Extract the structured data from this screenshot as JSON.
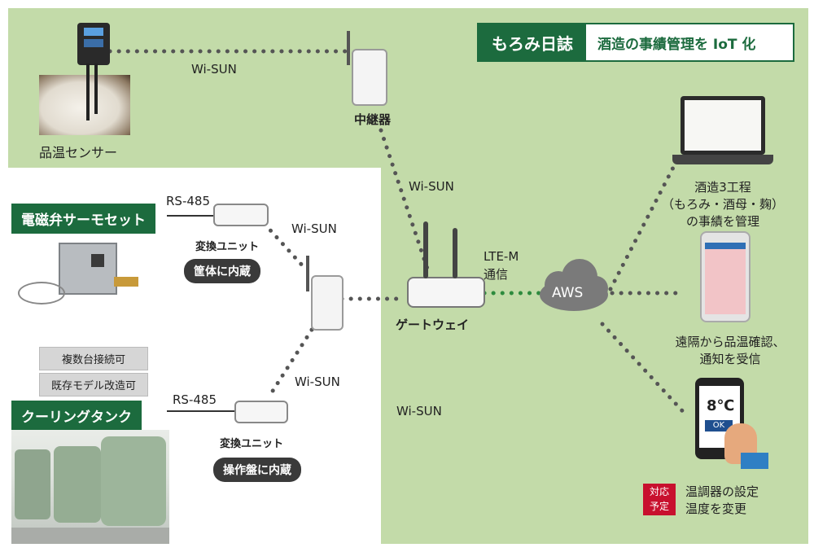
{
  "brand": {
    "name": "もろみ日誌",
    "tagline": "酒造の事績管理を IoT 化"
  },
  "sensor": {
    "label": "品温センサー"
  },
  "repeater": {
    "label": "中継器"
  },
  "links": {
    "wisun_top": "Wi-SUN",
    "wisun_right": "Wi-SUN",
    "wisun_mid": "Wi-SUN",
    "wisun_lower": "Wi-SUN",
    "wisun_bottom": "Wi-SUN",
    "rs485_1": "RS-485",
    "rs485_2": "RS-485",
    "lte": "LTE-M\n通信"
  },
  "solenoid": {
    "title": "電磁弁サーモセット",
    "tag1": "複数台接続可",
    "tag2": "既存モデル改造可"
  },
  "converter1": {
    "label": "変換ユニット",
    "pill": "筐体に内蔵"
  },
  "converter2": {
    "label": "変換ユニット",
    "pill": "操作盤に内蔵"
  },
  "tank": {
    "title": "クーリングタンク"
  },
  "gateway": {
    "label": "ゲートウェイ"
  },
  "cloud": {
    "label": "AWS"
  },
  "laptop": {
    "caption": "酒造3工程\n（もろみ・酒母・麹）\nの事績を管理"
  },
  "tablet": {
    "caption": "遠隔から品温確認、\n通知を受信"
  },
  "phone": {
    "temp": "8℃",
    "ok": "OK",
    "caption": "温調器の設定\n温度を変更",
    "badge": "対応\n予定"
  },
  "colors": {
    "green_bg": "#c3dba9",
    "dark_green": "#1c6b3e",
    "dots": "#555555",
    "lte_dots": "#2e8b3e",
    "badge": "#c8102e"
  }
}
